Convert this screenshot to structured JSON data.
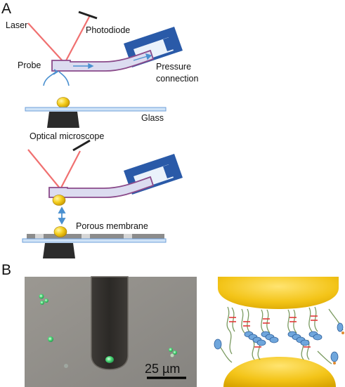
{
  "panel_a": {
    "letter": "A",
    "labels": {
      "laser": "Laser",
      "photodiode": "Photodiode",
      "probe": "Probe",
      "pressure": "Pressure",
      "connection": "connection",
      "glass": "Glass",
      "optical_microscope": "Optical microscope",
      "porous_membrane": "Porous membrane"
    }
  },
  "panel_b": {
    "letter": "B",
    "scale_bar": "25 µm"
  },
  "colors": {
    "laser": "#f07070",
    "probe_fill": "#dcdcf0",
    "probe_outline": "#8a4a8a",
    "flow_arrow": "#4a90d0",
    "connector": "#2a5aa8",
    "glass_fill": "#cfe3f7",
    "glass_edge": "#6f9fd8",
    "microscope": "#2b2b2b",
    "particle": "#f2c200",
    "membrane": "#8c8c8c",
    "micrograph_bg": "#8f8d89",
    "fluorescence": "#4fdc7a"
  }
}
